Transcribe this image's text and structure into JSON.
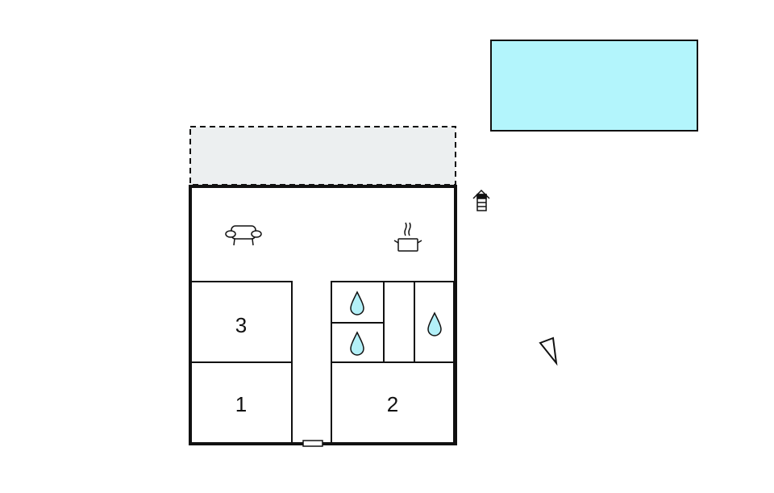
{
  "rooms": {
    "room_3": "3",
    "room_1": "1",
    "room_2": "2"
  },
  "icons": [
    "sofa-icon",
    "cooking-pot-icon",
    "water-drop-icon",
    "stairs-icon",
    "north-arrow-icon"
  ],
  "colors": {
    "pool": "#b3f5fc",
    "terrace": "#eceff0",
    "water": "#b3f0f8",
    "wall": "#111111"
  }
}
